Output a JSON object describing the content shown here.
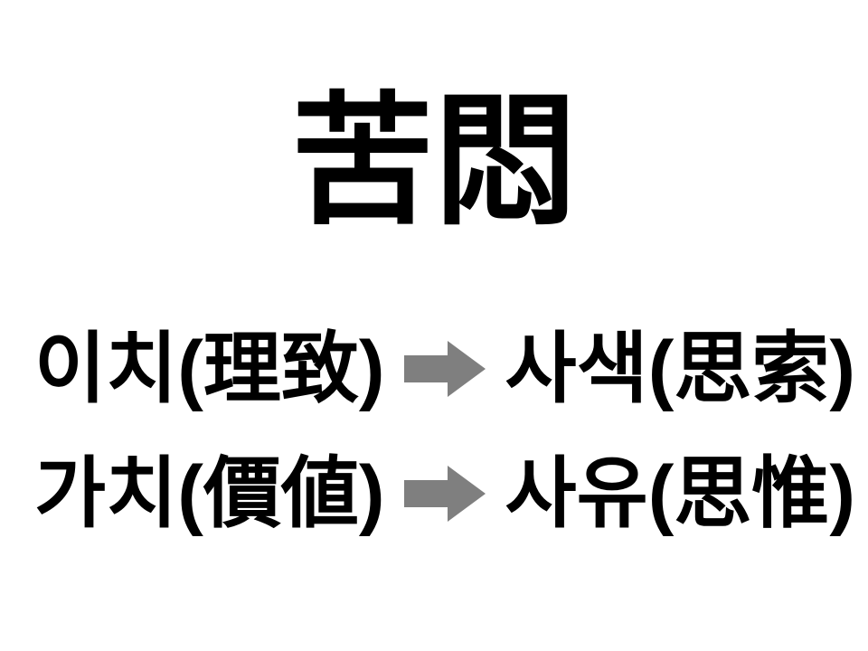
{
  "slide": {
    "title": "苦悶",
    "background": "#FFFFFF",
    "text_color": "#000000",
    "arrow_color": "#7F7F7F",
    "arrow_icon": "right-block-arrow",
    "rows": [
      {
        "source": "이치(理致)",
        "target": "사색(思索)"
      },
      {
        "source": "가치(價値)",
        "target": "사유(思惟)"
      }
    ]
  }
}
